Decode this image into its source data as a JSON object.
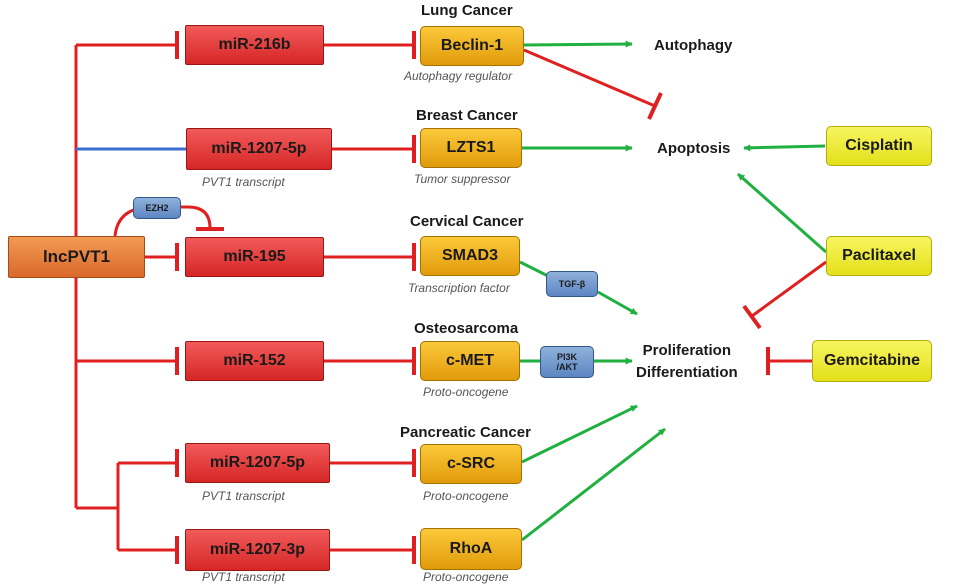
{
  "colors": {
    "inhibit": "#e02020",
    "activate": "#20b040",
    "binding": "#3a6fd0"
  },
  "hub": {
    "label": "lncPVT1"
  },
  "mirnas": {
    "m1": {
      "label": "miR-216b"
    },
    "m2": {
      "label": "miR-1207-5p",
      "note": "PVT1 transcript"
    },
    "m3": {
      "label": "miR-195"
    },
    "m4": {
      "label": "miR-152"
    },
    "m5": {
      "label": "miR-1207-5p",
      "note": "PVT1 transcript"
    },
    "m6": {
      "label": "miR-1207-3p",
      "note": "PVT1 transcript"
    }
  },
  "targets": {
    "t1": {
      "title": "Lung Cancer",
      "label": "Beclin-1",
      "note": "Autophagy regulator"
    },
    "t2": {
      "title": "Breast Cancer",
      "label": "LZTS1",
      "note": "Tumor suppressor"
    },
    "t3": {
      "title": "Cervical Cancer",
      "label": "SMAD3",
      "note": "Transcription factor"
    },
    "t4": {
      "title": "Osteosarcoma",
      "label": "c-MET",
      "note": "Proto-oncogene"
    },
    "t5": {
      "title": "Pancreatic Cancer",
      "label": "c-SRC",
      "note": "Proto-oncogene"
    },
    "t6": {
      "label": "RhoA",
      "note": "Proto-oncogene"
    }
  },
  "mediators": {
    "ezh2": "EZH2",
    "tgfb": "TGF-β",
    "pi3k_line1": "PI3K",
    "pi3k_line2": "/AKT"
  },
  "outcomes": {
    "autophagy": "Autophagy",
    "apoptosis": "Apoptosis",
    "prolif_line1": "Proliferation",
    "prolif_line2": "Differentiation"
  },
  "drugs": {
    "cisplatin": "Cisplatin",
    "paclitaxel": "Paclitaxel",
    "gemcitabine": "Gemcitabine"
  },
  "edges": [
    {
      "id": "lnc-to-m1",
      "type": "inhibit"
    },
    {
      "id": "lnc-to-m2",
      "type": "binding"
    },
    {
      "id": "lnc-to-m3",
      "type": "inhibit"
    },
    {
      "id": "lnc-to-m4",
      "type": "inhibit"
    },
    {
      "id": "lnc-to-m5",
      "type": "inhibit"
    },
    {
      "id": "lnc-to-m6",
      "type": "inhibit"
    },
    {
      "id": "lnc-via-ezh2-to-m3",
      "type": "inhibit"
    },
    {
      "id": "m1-to-t1",
      "type": "inhibit"
    },
    {
      "id": "m2-to-t2",
      "type": "inhibit"
    },
    {
      "id": "m3-to-t3",
      "type": "inhibit"
    },
    {
      "id": "m4-to-t4",
      "type": "inhibit"
    },
    {
      "id": "m5-to-t5",
      "type": "inhibit"
    },
    {
      "id": "m6-to-t6",
      "type": "inhibit"
    },
    {
      "id": "t1-to-autophagy",
      "type": "activate"
    },
    {
      "id": "t1-to-apoptosis",
      "type": "inhibit"
    },
    {
      "id": "t2-to-apoptosis",
      "type": "activate"
    },
    {
      "id": "t3-to-proliferation",
      "type": "activate"
    },
    {
      "id": "t4-to-proliferation",
      "type": "activate"
    },
    {
      "id": "t5-to-proliferation",
      "type": "activate"
    },
    {
      "id": "t6-to-proliferation",
      "type": "activate"
    },
    {
      "id": "cisplatin-to-apoptosis",
      "type": "activate"
    },
    {
      "id": "paclitaxel-to-apoptosis",
      "type": "activate"
    },
    {
      "id": "paclitaxel-to-proliferation",
      "type": "inhibit"
    },
    {
      "id": "gemcitabine-to-proliferation",
      "type": "inhibit"
    }
  ]
}
